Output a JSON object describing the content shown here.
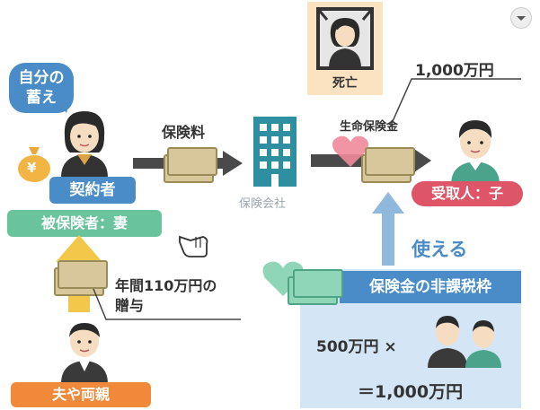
{
  "ui": {
    "dropdown_icon": "chevron-down-icon"
  },
  "left": {
    "bubble_text": "自分の\n蓄え",
    "coin_glyph": "¥",
    "contractor_label": "契約者",
    "insured_label": "被保険者：妻",
    "giver_label": "夫や両親",
    "gift_text": "年間110万円の\n贈与"
  },
  "flow": {
    "premium_label": "保険料",
    "company_label": "保険会社",
    "death_label": "死亡",
    "payout_label": "生命保険金",
    "amount_label": "1,000万円",
    "recipient_label": "受取人：子"
  },
  "tax": {
    "use_label": "使える",
    "header": "保険金の非課税枠",
    "formula_left": "500万円 ×",
    "formula_result": "＝1,000万円"
  },
  "colors": {
    "accent_blue": "#4a8cc8",
    "red_pill": "#dd5566",
    "green_pill": "#69c49b",
    "orange_pill": "#f08a3a",
    "arrow_gray": "#4a4a4a",
    "up_arrow_blue": "#8fb8dc",
    "up_arrow_yellow": "#f3c84a"
  }
}
